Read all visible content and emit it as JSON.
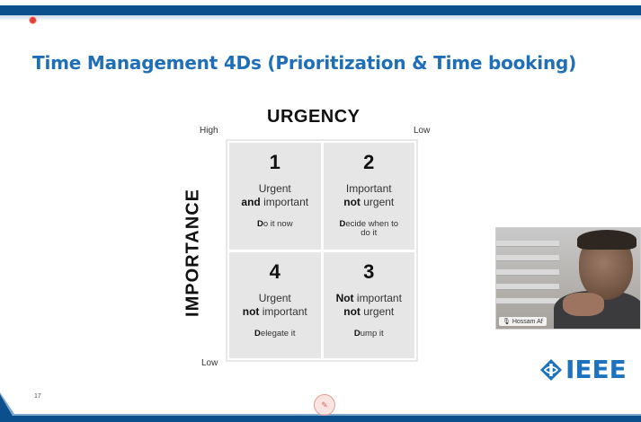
{
  "slide": {
    "title": "Time Management 4Ds (Prioritization & Time booking)",
    "number": "17"
  },
  "matrix": {
    "urgency_label": "URGENCY",
    "importance_label": "IMPORTANCE",
    "high_label": "High",
    "low_top_label": "Low",
    "low_bottom_label": "Low",
    "quadrants": [
      {
        "number": "1",
        "line1": "Urgent",
        "line2_bold": "and",
        "line2_rest": " important",
        "action_bold": "D",
        "action_rest": "o it now"
      },
      {
        "number": "2",
        "line1": "Important",
        "line2_bold": "not",
        "line2_rest": " urgent",
        "action_bold": "D",
        "action_rest": "ecide when to do it"
      },
      {
        "number": "4",
        "line1": "Urgent",
        "line2_bold": "not",
        "line2_rest": " important",
        "action_bold": "D",
        "action_rest": "elegate it"
      },
      {
        "number": "3",
        "line1_bold": "Not",
        "line1_rest": " important",
        "line2_bold": "not",
        "line2_rest": " urgent",
        "action_bold": "D",
        "action_rest": "ump it"
      }
    ]
  },
  "webcam": {
    "participant_name": "Hossam Af"
  },
  "logo": {
    "text": "IEEE",
    "icon": "ieee-diamond-icon",
    "color": "#1e73be"
  },
  "colors": {
    "title": "#1f6fb8",
    "top_bar": "#0b4f8c",
    "quadrant_bg": "#e6e6e6"
  }
}
